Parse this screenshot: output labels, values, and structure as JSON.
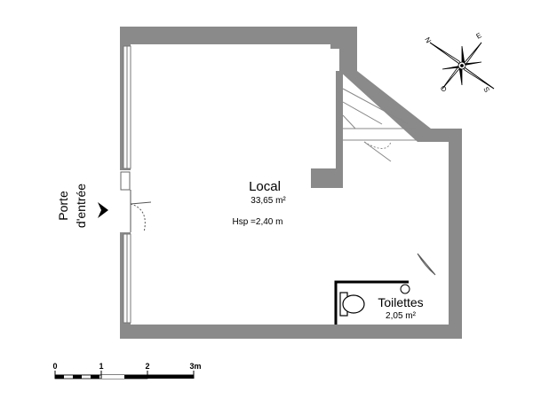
{
  "entrance": {
    "line1": "Porte",
    "line2": "d'entrée"
  },
  "main_room": {
    "name": "Local",
    "area": "33,65 m²",
    "height": "Hsp =2,40 m"
  },
  "toilet_room": {
    "name": "Toilettes",
    "area": "2,05 m²"
  },
  "compass": {
    "north": "N",
    "east": "E",
    "south": "S",
    "west": "O"
  },
  "scale": {
    "ticks": [
      "0",
      "1",
      "2",
      "3m"
    ]
  },
  "colors": {
    "wall": "#8a8a8a",
    "line": "#000000",
    "background": "#ffffff"
  }
}
